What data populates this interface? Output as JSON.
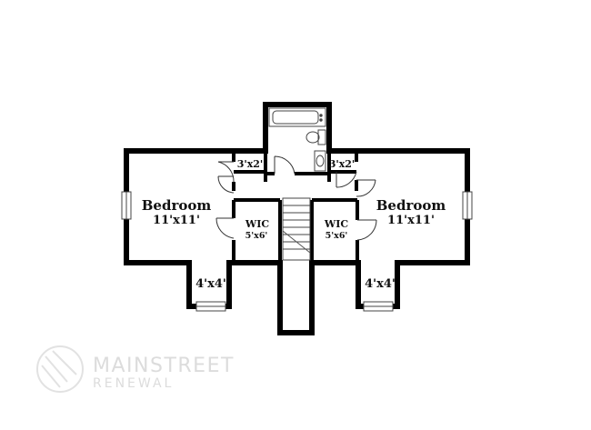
{
  "rooms": {
    "bedroom_left": {
      "name": "Bedroom",
      "size": "11'x11'"
    },
    "bedroom_right": {
      "name": "Bedroom",
      "size": "11'x11'"
    },
    "wic_left": {
      "name": "WIC",
      "size": "5'x6'"
    },
    "wic_right": {
      "name": "WIC",
      "size": "5'x6'"
    },
    "closet_left": {
      "size": "3'x2'"
    },
    "closet_right": {
      "size": "3'x2'"
    },
    "nook_left": {
      "size": "4'x4'"
    },
    "nook_right": {
      "size": "4'x4'"
    }
  },
  "watermark": {
    "line1": "MAINSTREET",
    "line2": "RENEWAL"
  },
  "colors": {
    "wall": "#000000",
    "thin_line": "#333333",
    "watermark": "#dcdcdc"
  }
}
